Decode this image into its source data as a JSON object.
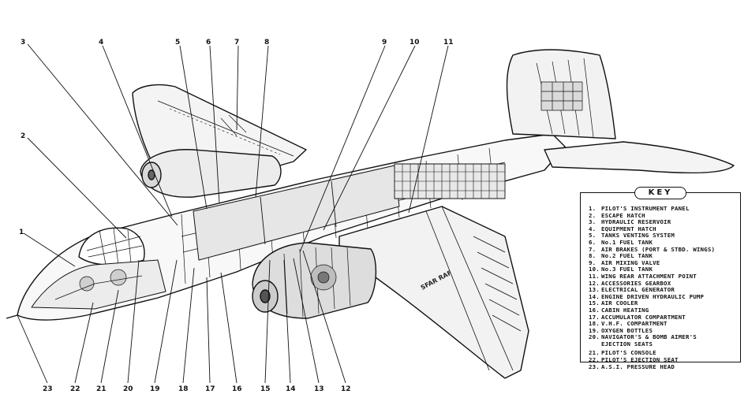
{
  "callout_numbers_top": [
    "3",
    "4",
    "5",
    "6",
    "7",
    "8",
    "9",
    "10",
    "11"
  ],
  "callout_numbers_left": [
    "2",
    "1"
  ],
  "callout_numbers_bottom": [
    "23",
    "22",
    "21",
    "20",
    "19",
    "18",
    "17",
    "16",
    "15",
    "14",
    "13",
    "12"
  ],
  "wing_marking": "SFAR RAF",
  "key": {
    "title": "KEY",
    "items": [
      {
        "n": "1.",
        "t": "PILOT'S INSTRUMENT PANEL"
      },
      {
        "n": "2.",
        "t": "ESCAPE HATCH"
      },
      {
        "n": "3.",
        "t": "HYDRAULIC RESERVOIR"
      },
      {
        "n": "4.",
        "t": "EQUIPMENT HATCH"
      },
      {
        "n": "5.",
        "t": "TANKS VENTING SYSTEM"
      },
      {
        "n": "6.",
        "t": "No.1 FUEL TANK"
      },
      {
        "n": "7.",
        "t": "AIR BRAKES (PORT & STBD. WINGS)"
      },
      {
        "n": "8.",
        "t": "No.2 FUEL TANK"
      },
      {
        "n": "9.",
        "t": "AIR MIXING VALVE"
      },
      {
        "n": "10.",
        "t": "No.3 FUEL TANK"
      },
      {
        "n": "11.",
        "t": "WING REAR ATTACHMENT POINT"
      },
      {
        "n": "12.",
        "t": "ACCESSORIES GEARBOX"
      },
      {
        "n": "13.",
        "t": "ELECTRICAL GENERATOR"
      },
      {
        "n": "14.",
        "t": "ENGINE DRIVEN HYDRAULIC PUMP"
      },
      {
        "n": "15.",
        "t": "AIR COOLER"
      },
      {
        "n": "16.",
        "t": "CABIN HEATING"
      },
      {
        "n": "17.",
        "t": "ACCUMULATOR COMPARTMENT"
      },
      {
        "n": "18.",
        "t": "V.H.F. COMPARTMENT"
      },
      {
        "n": "19.",
        "t": "OXYGEN BOTTLES"
      },
      {
        "n": "20.",
        "t": "NAVIGATOR'S & BOMB AIMER'S"
      },
      {
        "n": "",
        "t": "EJECTION SEATS"
      },
      {
        "n": "21.",
        "t": "PILOT'S CONSOLE"
      },
      {
        "n": "22.",
        "t": "PILOT'S EJECTION SEAT"
      },
      {
        "n": "23.",
        "t": "A.S.I. PRESSURE HEAD"
      }
    ]
  }
}
